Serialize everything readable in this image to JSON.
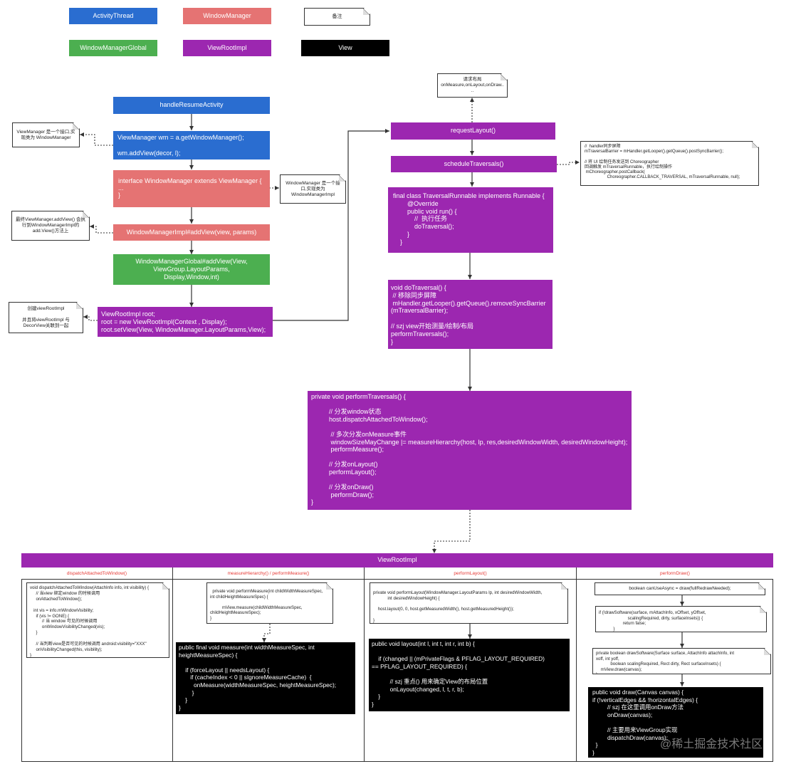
{
  "legend": {
    "activity_thread": "ActivityThread",
    "window_manager": "WindowManager",
    "note": "备注",
    "window_manager_global": "WindowManagerGlobal",
    "view_root_impl": "ViewRootImpl",
    "view": "View"
  },
  "left_flow": {
    "handle_resume": "handleResumeActivity",
    "get_window_manager": "ViewManager wm = a.getWindowManager();\n\nwm.addView(decor, l);",
    "interface_wm": "interface WindowManager extends ViewManager {\n...\n}",
    "wmimpl_addview": "WindowManagerImpl#addView(view, params)",
    "wmglobal_addview": "WindowManagerGlobal#addView(View,\nViewGroup.LayoutParams,\nDisplay,Window,int)",
    "new_viewrootimpl": "ViewRootImpl root;\nroot = new ViewRootImpl(Context , Display);\nroot.setView(View, WindowManager.LayoutParams,View);"
  },
  "notes": {
    "viewmanager_note": "ViewManager 是一个接口,实\n现类为 WindowManager",
    "windowmanager_note": "WindowManager 是一个接\n口,实现类为\nWindowManagerImpl",
    "addview_note": "最终ViewManager.addView() 会执\n行到WindowManagerImpl的\nadd.View()方法上",
    "viewrootimpl_note": "创建viewRootImpl\n\n并且将viewRootImpl 与\nDecorView关联到一起",
    "request_note": "请求布局\nonMeasure,onLayout,onDraw..\n..",
    "sync_barrier_note": "//  handler同步屏障\nmTraversalBarrier = mHandler.getLooper().getQueue().postSyncBarrier();\n\n// 将 UI 绘制任务发送到 Choreographer\n回调触发 mTraversalRunnable，执行绘制操作\n mChoreographer.postCallback(\n                   Choreographer.CALLBACK_TRAVERSAL, mTraversalRunnable, null);"
  },
  "right_flow": {
    "request_layout": "requestLayout()",
    "schedule_traversals": "scheduleTraversals()",
    "traversal_runnable": "final class TraversalRunnable implements Runnable {\n        @Override\n        public void run() {\n            //  执行任务\n            doTraversal();\n        }\n    }",
    "do_traversal": "void doTraversal() {\n // 移除同步屏障\n mHandler.getLooper().getQueue().removeSyncBarrier\n(mTraversalBarrier);\n\n// szj view开始测量/绘制/布局\nperformTraversals();\n}",
    "perform_traversals": "private void performTraversals() {\n\n          // 分发window状态\n          host.dispatchAttachedToWindow();\n\n           // 多次分发onMeasure事件\n           windowSizeMayChange |= measureHierarchy(host, lp, res,desiredWindowWidth, desiredWindowHeight);\n           performMeasure();\n\n          // 分发onLayout()\n          performLayout();\n\n          // 分发onDraw()\n           performDraw();\n}"
  },
  "bottom": {
    "title": "ViewRootImpl",
    "columns": [
      "dispatchAttachedToWindow()",
      "measureHierarchy() / performMeasure()",
      "performLayout()",
      "performDraw()"
    ],
    "dispatch_code": "void dispatchAttachedToWindow(AttachInfo info, int visibility) {\n     // 当view 绑定window 的时候调用\n     onAttachedToWindow();\n\n   int vis = info.mWindowVisibility;\n     if (vis != GONE) {\n          // 当 window 可见的时候调用\n          onWindowVisibilityChanged(vis);\n     }\n\n     // 当判断view是否可见的时候调用 android:visibility=\"XXX\"\n     onVisibilityChanged(this, visibility);\n}",
    "perform_measure_code": "  private void performMeasure(int childWidthMeasureSpec,\nint childHeightMeasureSpec) {\n\n          mView.measure(childWidthMeasureSpec,\nchildHeightMeasureSpec);\n}",
    "view_measure_code": "public final void measure(int widthMeasureSpec, int\nheightMeasureSpec) {\n\n    if (forceLayout || needsLayout) {\n       if (cacheIndex < 0 || sIgnoreMeasureCache)  {\n         onMeasure(widthMeasureSpec, heightMeasureSpec);\n        }\n    }\n}",
    "perform_layout_code": "private void performLayout(WindowManager.LayoutParams lp, int desiredWindowWidth,\n            int desiredWindowHeight) {\n\n    host.layout(0, 0, host.getMeasuredWidth(), host.getMeasuredHeight());\n\n}",
    "view_layout_code": "public void layout(int l, int t, int r, int b) {\n\n    if (changed || (mPrivateFlags & PFLAG_LAYOUT_REQUIRED)\n== PFLAG_LAYOUT_REQUIRED) {\n\n           // szj 重点() 用来确定View的布局位置\n           onLayout(changed, l, t, r, b);\n    }\n}",
    "can_use_async": "boolean canUseAsync = draw(fullRedrawNeeded);",
    "draw_software_if": "if (!drawSoftware(surface, mAttachInfo, xOffset, yOffset,\n                        scalingRequired, dirty, surfaceInsets)) {\n                    return false;\n            }",
    "draw_software_def": "private boolean drawSoftware(Surface surface, AttachInfo attachInfo, int\nxoff, int yoff,\n            boolean scalingRequired, Rect dirty, Rect surfaceInsets) {\n    mView.draw(canvas);\n}",
    "view_draw_code": "public void draw(Canvas canvas) {\nif (!verticalEdges && !horizontalEdges) {\n         // szj 在这里调用onDraw方法\n         onDraw(canvas);\n\n         // 主要用来ViewGroup实现\n         dispatchDraw(canvas);\n  }\n}"
  },
  "watermark": "@稀土掘金技术社区",
  "colors": {
    "blue": "#2a6dd0",
    "red": "#e57373",
    "green": "#4caf50",
    "purple": "#9c27b0",
    "black": "#000000"
  }
}
